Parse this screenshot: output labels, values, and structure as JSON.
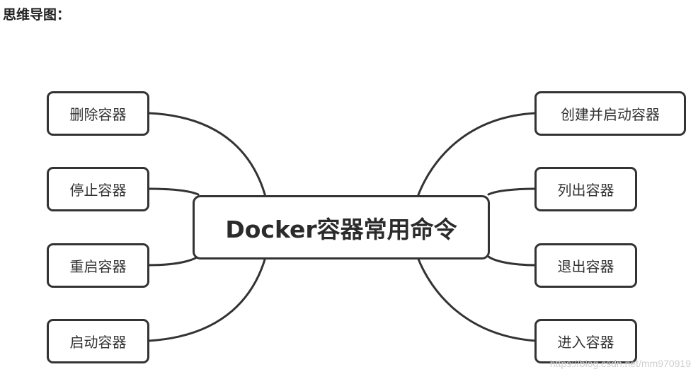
{
  "heading": "思维导图：",
  "center": "Docker容器常用命令",
  "left": [
    "删除容器",
    "停止容器",
    "重启容器",
    "启动容器"
  ],
  "right": [
    "创建并启动容器",
    "列出容器",
    "退出容器",
    "进入容器"
  ],
  "watermark": "https://blog.csdn.net/mm970919"
}
